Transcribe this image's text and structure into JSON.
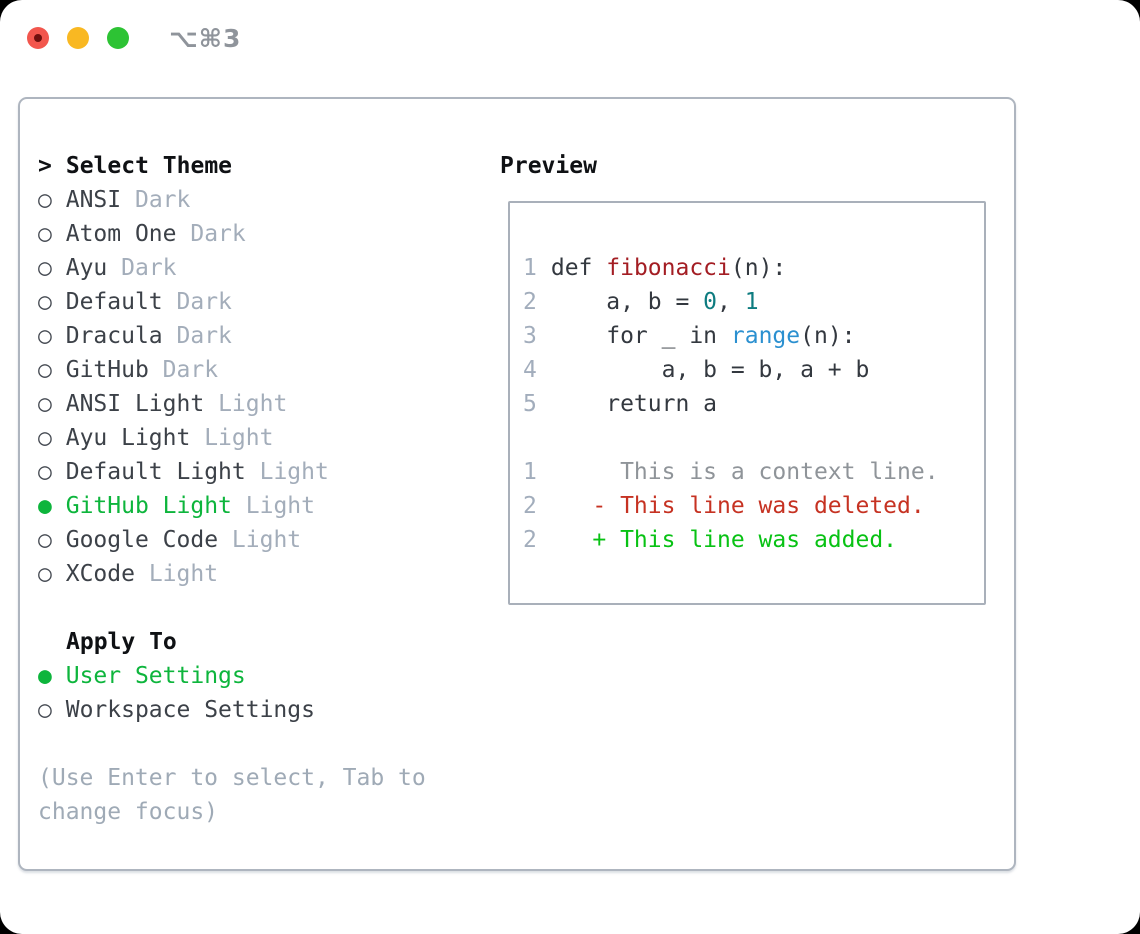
{
  "window": {
    "shortcut_label": "⌥⌘3"
  },
  "colors": {
    "traffic_red": "#f2564d",
    "traffic_red_dot": "#6e100e",
    "traffic_yellow": "#f9b822",
    "traffic_green": "#2dc334",
    "shortcut_gray": "#8f949b",
    "panel_border": "#aeb5bf",
    "preview_border": "#a9b0ba",
    "heading_black": "#0f1114",
    "list_text": "#3c4148",
    "variant_tag_gray": "#a3adba",
    "hint_gray": "#9faab6",
    "line_number_gray": "#a2adbc",
    "accent_green": "#0db53c",
    "code_text": "#33383f",
    "code_function_red": "#a31d23",
    "code_number_teal": "#0e7c80",
    "code_builtin_blue": "#2b90d0",
    "diff_context_gray": "#8f9499",
    "diff_deleted_red": "#c63222",
    "diff_added_green": "#08c214"
  },
  "theme_panel": {
    "prompt": ">",
    "title": "Select Theme",
    "themes": [
      {
        "name": "ANSI",
        "tag": "Dark",
        "selected": false
      },
      {
        "name": "Atom One",
        "tag": "Dark",
        "selected": false
      },
      {
        "name": "Ayu",
        "tag": "Dark",
        "selected": false
      },
      {
        "name": "Default",
        "tag": "Dark",
        "selected": false
      },
      {
        "name": "Dracula",
        "tag": "Dark",
        "selected": false
      },
      {
        "name": "GitHub",
        "tag": "Dark",
        "selected": false
      },
      {
        "name": "ANSI Light",
        "tag": "Light",
        "selected": false
      },
      {
        "name": "Ayu Light",
        "tag": "Light",
        "selected": false
      },
      {
        "name": "Default Light",
        "tag": "Light",
        "selected": false
      },
      {
        "name": "GitHub Light",
        "tag": "Light",
        "selected": true
      },
      {
        "name": "Google Code",
        "tag": "Light",
        "selected": false
      },
      {
        "name": "XCode",
        "tag": "Light",
        "selected": false
      }
    ],
    "apply_to": {
      "title": "Apply To",
      "options": [
        {
          "label": "User Settings",
          "selected": true
        },
        {
          "label": "Workspace Settings",
          "selected": false
        }
      ]
    },
    "hint_lines": [
      "(Use Enter to select, Tab to",
      "change focus)"
    ]
  },
  "preview": {
    "title": "Preview",
    "lines": [
      {
        "num": "1",
        "segments": [
          {
            "t": " def ",
            "c": "code"
          },
          {
            "t": "fibonacci",
            "c": "func"
          },
          {
            "t": "(n):",
            "c": "code"
          }
        ]
      },
      {
        "num": "2",
        "segments": [
          {
            "t": "     a, b = ",
            "c": "code"
          },
          {
            "t": "0",
            "c": "num"
          },
          {
            "t": ", ",
            "c": "code"
          },
          {
            "t": "1",
            "c": "num"
          }
        ]
      },
      {
        "num": "3",
        "segments": [
          {
            "t": "     for _ in ",
            "c": "code"
          },
          {
            "t": "range",
            "c": "builtin"
          },
          {
            "t": "(n):",
            "c": "code"
          }
        ]
      },
      {
        "num": "4",
        "segments": [
          {
            "t": "         a, b = b, a + b",
            "c": "code"
          }
        ]
      },
      {
        "num": "5",
        "segments": [
          {
            "t": "     return a",
            "c": "code"
          }
        ]
      },
      {
        "num": "",
        "segments": []
      },
      {
        "num": "1",
        "segments": [
          {
            "t": "      This is a context line.",
            "c": "ctx"
          }
        ]
      },
      {
        "num": "2",
        "segments": [
          {
            "t": "    - This line was deleted.",
            "c": "del"
          }
        ]
      },
      {
        "num": "2",
        "segments": [
          {
            "t": "    + This line was added.",
            "c": "add"
          }
        ]
      }
    ]
  }
}
